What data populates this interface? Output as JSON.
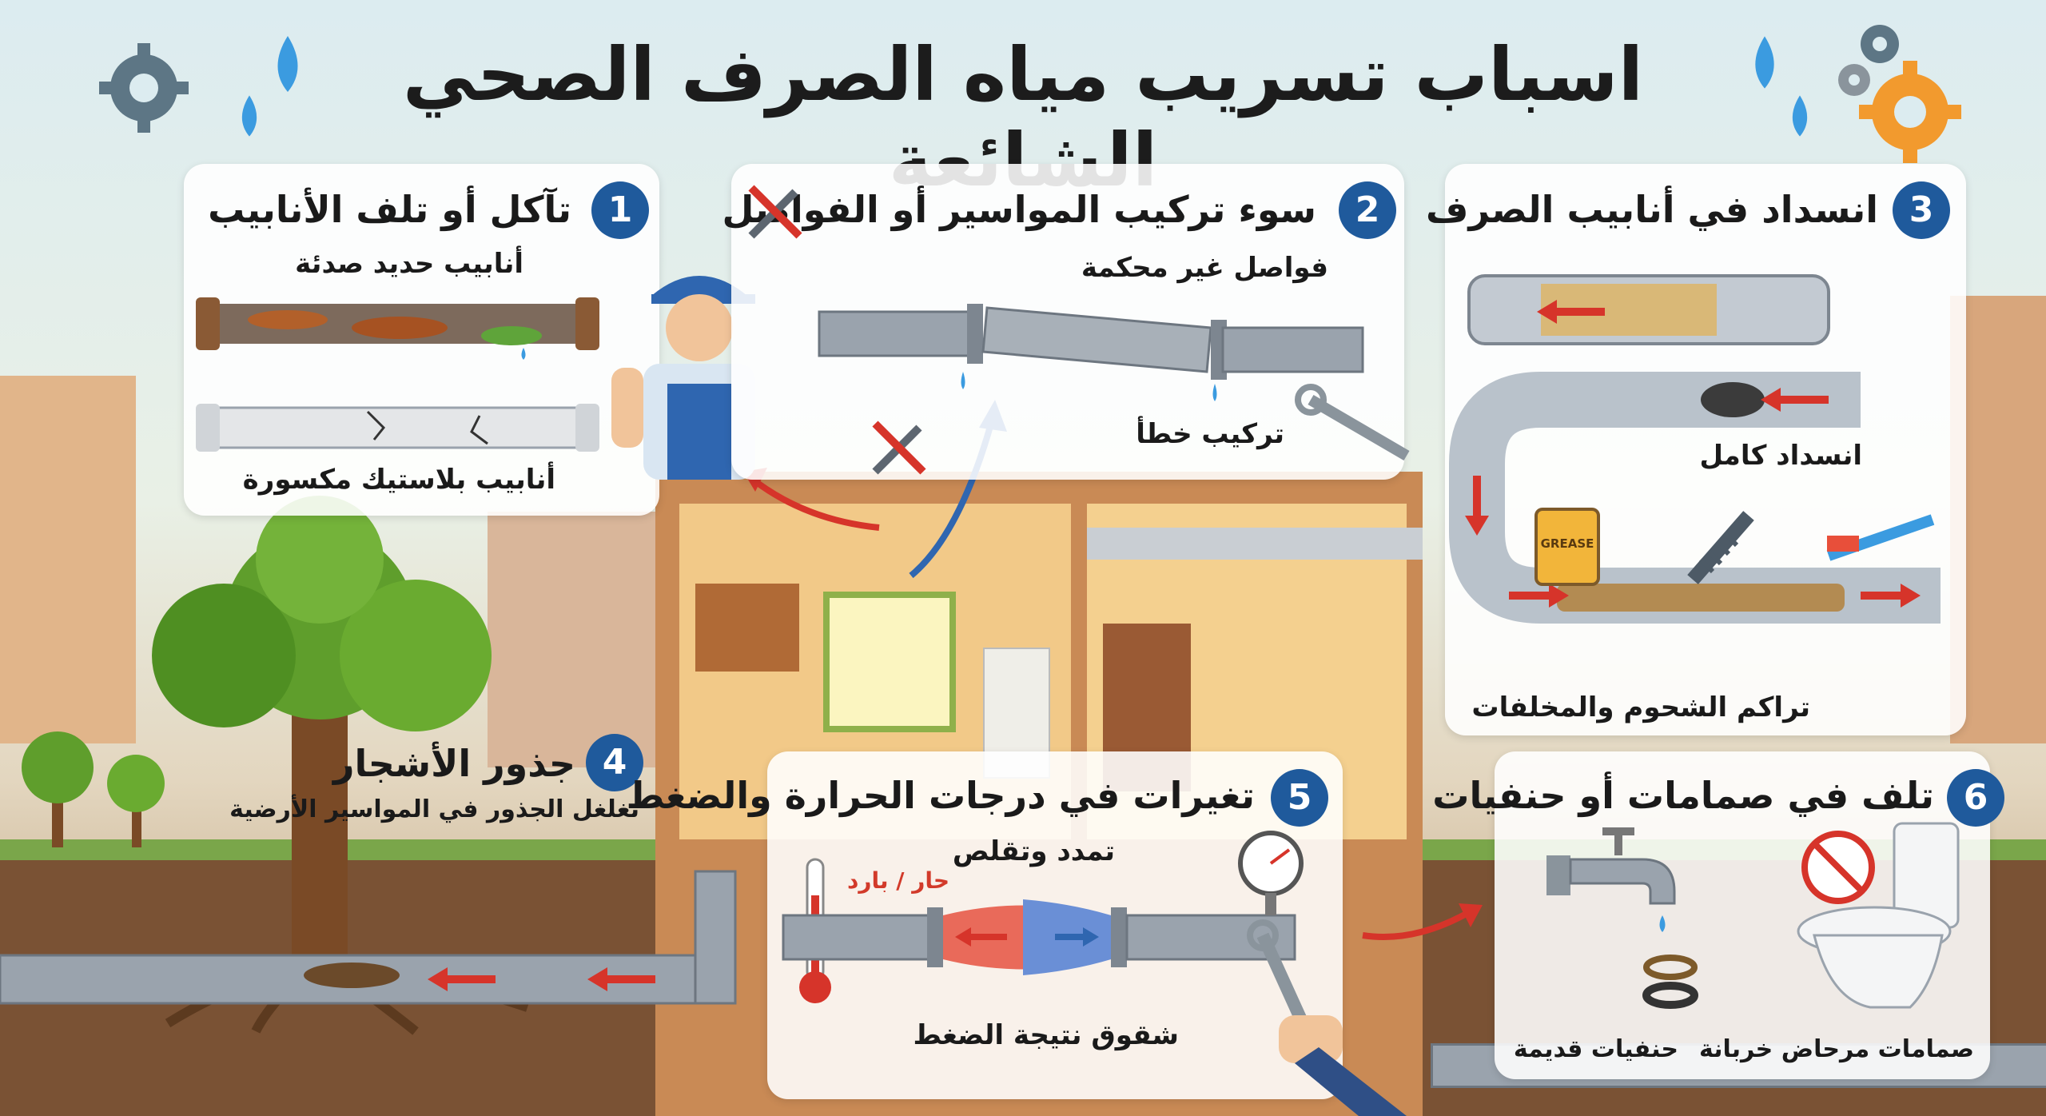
{
  "title": "اسباب تسريب مياه الصرف الصحي الشائعة",
  "sections": [
    {
      "number": "1",
      "title": "تآكل أو تلف الأنابيب",
      "labels": [
        "أنابيب حديد صدئة",
        "أنابيب بلاستيك مكسورة"
      ]
    },
    {
      "number": "2",
      "title": "سوء تركيب المواسير أو الفواصل",
      "labels": [
        "فواصل غير محكمة",
        "تركيب خطأ"
      ]
    },
    {
      "number": "3",
      "title": "انسداد في أنابيب الصرف",
      "labels": [
        "انسداد كامل",
        "تراكم الشحوم والمخلفات"
      ],
      "grease_label": "GREASE"
    },
    {
      "number": "4",
      "title": "جذور الأشجار",
      "labels": [
        "تغلغل الجذور في المواسير الأرضية"
      ]
    },
    {
      "number": "5",
      "title": "تغيرات في درجات الحرارة والضغط",
      "labels": [
        "تمدد وتقلص",
        "شقوق نتيجة الضغط"
      ],
      "temp_label": "حار / بارد"
    },
    {
      "number": "6",
      "title": "تلف في صمامات أو حنفيات",
      "labels": [
        "حنفيات قديمة",
        "صمامات مرحاض خربانة"
      ]
    }
  ],
  "colors": {
    "badge": "#1f5a9c",
    "arrow_red": "#d6342a",
    "arrow_blue": "#2f66b0",
    "pipe_grey": "#9aa3ad"
  },
  "icons": [
    "gear-icon",
    "water-drop-icon",
    "wrench-icon",
    "screwdriver-icon",
    "thermometer-icon",
    "pressure-gauge-icon",
    "faucet-icon",
    "toilet-icon",
    "comb-icon",
    "toothbrush-icon",
    "grease-jar-icon",
    "tree-icon",
    "plumber-icon"
  ]
}
